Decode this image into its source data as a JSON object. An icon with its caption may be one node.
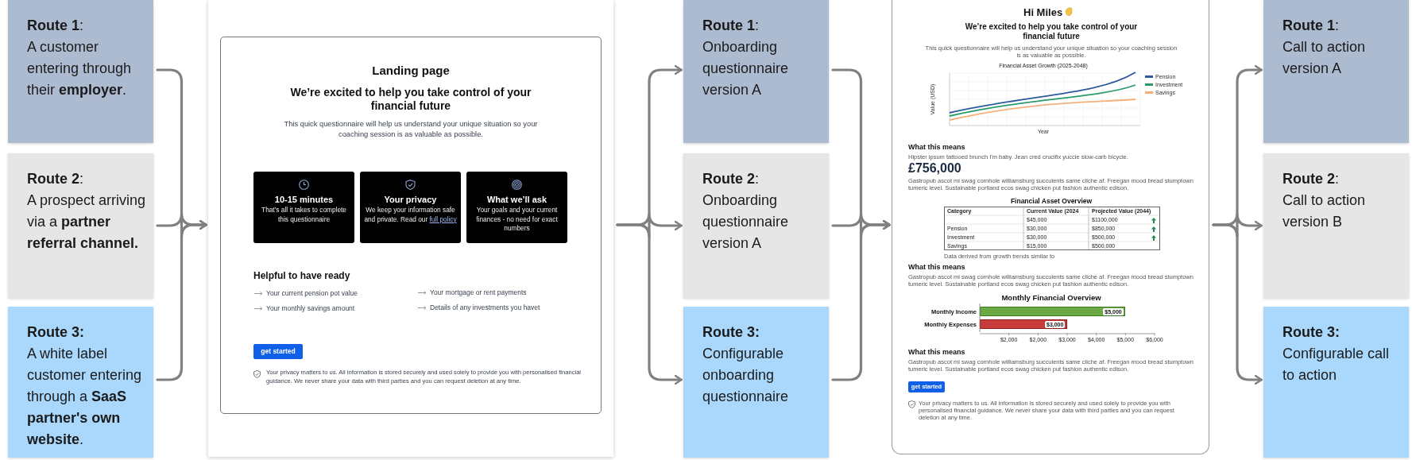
{
  "diagram": {
    "nodes": [
      {
        "text": [
          "**Route 1**:",
          "A customer entering through their **employer**."
        ]
      },
      {
        "text": [
          "**Route 2**:",
          "A prospect arriving via a **partner referral channel.**"
        ]
      },
      {
        "text": [
          "Route 3:",
          "A white label customer entering through a **SaaS partner's own website**."
        ]
      },
      {
        "text": [
          "Landing page",
          "We’re excited to help you take control of your financial future",
          "This quick questionnaire will help us understand your unique situation so your coaching session is as valuable as possible.",
          "Helpful to have ready",
          "Your current pension pot value",
          "Your mortgage or rent payments",
          "Your monthly savings amount",
          "Details of any investments you havet",
          "Your privacy matters to us. All information is stored securely and used solely to provide you with personalised financial guidance. We never share your data with third parties and you can request deletion at any time."
        ]
      },
      {
        "text": [
          "10-15 minutes",
          "That’s all it takes to complete this questionnaire"
        ],
        "in": 3
      },
      {
        "text": [
          "Your privacy",
          "We keep your information safe and private. Read our",
          "full policy"
        ],
        "in": 3
      },
      {
        "text": [
          "What we’ll ask",
          "Your goals and your current finances - no need for exact numbers"
        ],
        "in": 3
      },
      {
        "text": [
          "get started"
        ],
        "in": 3
      },
      {
        "text": [
          "**Route 1**:",
          "Onboarding questionnaire version A"
        ]
      },
      {
        "text": [
          "**Route 2**:",
          "Onboarding questionnaire version A"
        ]
      },
      {
        "text": [
          "Route 3:",
          "Configurable onboarding questionnaire"
        ]
      },
      {
        "text": [
          "Hi Miles",
          "We’re excited to help you take control of your financial future",
          "This quick questionnaire will help us understand your unique situation so your coaching session is as valuable as possible.",
          "What this means",
          "Hipster ipsum tattooed brunch I'm baby. Jean cred crucifix yuccie slow-carb bicycle.",
          "£756,000",
          "Gastropub ascot mi swag cornhole williamsburg succulents same cliche af. Freegan mood bread stumptown tumeric level. Sustainable portland ecos swag chicken put fashion authentic edison.",
          "Financial Asset Overview",
          "Data derived from growth trends similar to",
          "What this means",
          "Gastropub ascot mi swag cornhole williamsburg succulents same cliche af. Freegan mood bread stumptown tumeric level. Sustainable portland ecos swag chicken put fashion authentic edison.",
          "What this means",
          "Gastropub ascot mi swag cornhole williamsburg succulents same cliche af. Freegan mood bread stumptown tumeric level. Sustainable portland ecos swag chicken put fashion authentic edison.",
          "Your privacy matters to us. All information is stored securely and used solely to provide you with personalised financial guidance. We never share your data with third parties and you can request deletion at any time."
        ]
      },
      {
        "text": [
          "get started"
        ],
        "in": 11
      },
      {
        "text": [
          "**Route 1**:",
          "Call to action version A"
        ]
      },
      {
        "text": [
          "**Route 2**:",
          "Call to action version B"
        ]
      },
      {
        "text": [
          "Route 3:",
          "Configurable call to action"
        ]
      }
    ],
    "edges": [
      {
        "from": 0,
        "to": 3,
        "arrow": "to"
      },
      {
        "from": 1,
        "to": 3,
        "arrow": "to"
      },
      {
        "from": 2,
        "to": 3,
        "arrow": "to"
      },
      {
        "from": 3,
        "to": 8,
        "arrow": "to"
      },
      {
        "from": 3,
        "to": 9,
        "arrow": "to"
      },
      {
        "from": 3,
        "to": 10,
        "arrow": "to"
      },
      {
        "from": 8,
        "to": 11,
        "arrow": "to"
      },
      {
        "from": 9,
        "to": 11,
        "arrow": "to"
      },
      {
        "from": 10,
        "to": 11,
        "arrow": "to"
      },
      {
        "from": 11,
        "to": 13,
        "arrow": "to"
      },
      {
        "from": 11,
        "to": 14,
        "arrow": "to"
      },
      {
        "from": 11,
        "to": 15,
        "arrow": "to"
      }
    ],
    "labels": [
      "Financial Asset Growth (2025-2048)",
      "Value (USD)",
      "Year",
      "Category",
      "Current Value (2024",
      "Projected Value (2044)",
      "$45,000",
      "$1100,000",
      "Pension",
      "$30,000",
      "$850,000",
      "Investment",
      "$30,000",
      "$500,000",
      "Savings",
      "$15,000",
      "$500,000",
      "$2,000"
    ],
    "legend": [
      {
        "text": "Pension"
      },
      {
        "text": "Investment"
      },
      {
        "text": "Savings"
      }
    ],
    "chart_data": {
      "type": "bar",
      "orientation": "horizontal",
      "title": "Monthly Financial Overview",
      "categories": [
        "Monthly Income",
        "Monthly Expenses"
      ],
      "values": [
        5000,
        3000
      ],
      "value_labels": [
        "$5,000",
        "$3,000"
      ],
      "xlim": [
        0,
        6000
      ],
      "xticks": [
        {
          "value": 2000,
          "label": "$2,000"
        },
        {
          "value": 3000,
          "label": "$3,000"
        },
        {
          "value": 4000,
          "label": "$4,000"
        },
        {
          "value": 5000,
          "label": "$5,000"
        },
        {
          "value": 6000,
          "label": "$6,000"
        }
      ]
    }
  }
}
